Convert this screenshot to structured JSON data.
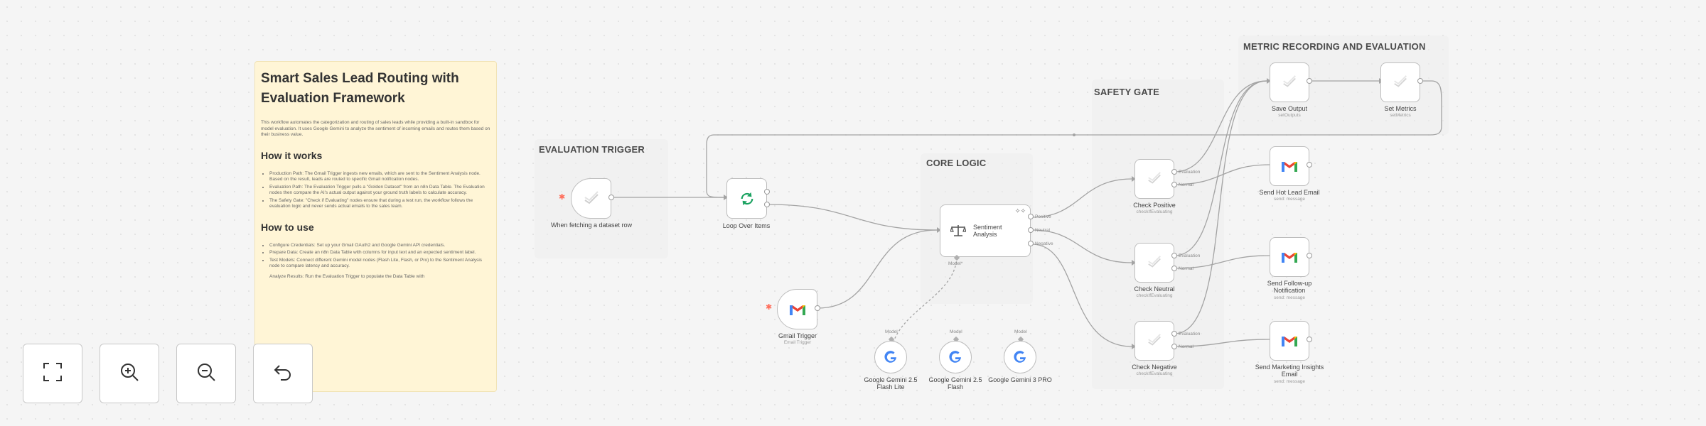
{
  "sticky": {
    "title": "Smart Sales Lead Routing with Evaluation Framework",
    "intro": "This workflow automates the categorization and routing of sales leads while providing a built-in sandbox for model evaluation. It uses Google Gemini to analyze the sentiment of incoming emails and routes them based on their business value.",
    "how_it_works_heading": "How it works",
    "how_it_works": [
      "Production Path: The Gmail Trigger ingests new emails, which are sent to the Sentiment Analysis node. Based on the result, leads are routed to specific Gmail notification nodes.",
      "Evaluation Path: The Evaluation Trigger pulls a \"Golden Dataset\" from an n8n Data Table. The Evaluation nodes then compare the AI's actual output against your ground truth labels to calculate accuracy.",
      "The Safety Gate: \"Check if Evaluating\" nodes ensure that during a test run, the workflow follows the evaluation logic and never sends actual emails to the sales team."
    ],
    "how_to_use_heading": "How to use",
    "how_to_use": [
      "Configure Credentials: Set up your Gmail OAuth2 and Google Gemini API credentials.",
      "Prepare Data: Create an n8n Data Table with columns for input text and an expected sentiment label.",
      "Test Models: Connect different Gemini model nodes (Flash Lite, Flash, or Pro) to the Sentiment Analysis node to compare latency and accuracy."
    ],
    "trailing": "Analyze Results: Run the Evaluation Trigger to populate the Data Table with"
  },
  "zones": {
    "evaluation_trigger": "EVALUATION TRIGGER",
    "core_logic": "CORE LOGIC",
    "safety_gate": "SAFETY GATE",
    "metric_recording": "METRIC RECORDING AND EVALUATION"
  },
  "nodes": {
    "dataset_trigger": {
      "title": "When fetching a dataset row",
      "icon": "evaluation-trigger-icon"
    },
    "loop": {
      "title": "Loop Over Items",
      "icon": "loop-icon"
    },
    "gmail_trigger": {
      "title": "Gmail Trigger",
      "subtitle": "Email Trigger",
      "icon": "gmail-icon"
    },
    "sentiment": {
      "title": "Sentiment Analysis",
      "icon": "scales-icon",
      "outputs": [
        "Positive",
        "Neutral",
        "Negative"
      ],
      "input_label": "Model*"
    },
    "models": [
      {
        "title": "Google Gemini 2.5 Flash Lite",
        "label": "Model"
      },
      {
        "title": "Google Gemini 2.5 Flash",
        "label": "Model"
      },
      {
        "title": "Google Gemini 3 PRO",
        "label": "Model"
      }
    ],
    "check_positive": {
      "title": "Check Positive",
      "subtitle": "checkIfEvaluating"
    },
    "check_neutral": {
      "title": "Check Neutral",
      "subtitle": "checkIfEvaluating"
    },
    "check_negative": {
      "title": "Check Negative",
      "subtitle": "checkIfEvaluating"
    },
    "check_outputs": [
      "Evaluation",
      "Normal"
    ],
    "save_output": {
      "title": "Save Output",
      "subtitle": "setOutputs"
    },
    "set_metrics": {
      "title": "Set Metrics",
      "subtitle": "setMetrics"
    },
    "send_hot_lead": {
      "title": "Send Hot Lead Email",
      "subtitle": "send: message"
    },
    "send_followup": {
      "title": "Send Follow-up Notification",
      "subtitle": "send: message"
    },
    "send_marketing": {
      "title": "Send Marketing Insights Email",
      "subtitle": "send: message"
    }
  },
  "controls": {
    "fit": "fit-view-icon",
    "zoom_in": "zoom-in-icon",
    "zoom_out": "zoom-out-icon",
    "undo": "undo-icon"
  },
  "colors": {
    "trigger_bolt": "#ff6d5a",
    "loop_green": "#1aa260",
    "sticky_bg": "#fff5d6",
    "wire": "#9a9a9a"
  }
}
